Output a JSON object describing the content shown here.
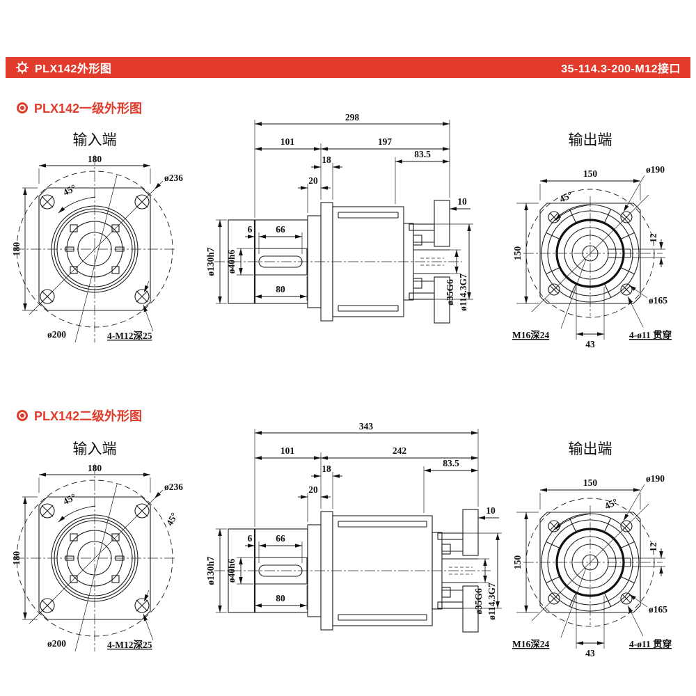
{
  "header": {
    "title": "PLX142外形图",
    "spec": "35-114.3-200-M12接口",
    "bar_color": "#e23b2b"
  },
  "sections": [
    {
      "title": "PLX142一级外形图",
      "input": {
        "title": "输入端",
        "w": "180",
        "h": "180",
        "angle": "45°",
        "dia_outer": "ø236",
        "dia_bolt": "ø200",
        "bolt_note": "4-M12深25"
      },
      "side": {
        "total": "298",
        "front": "101",
        "rear": "197",
        "flange": "18",
        "pilot": "20",
        "rear_len": "83.5",
        "lip": "10",
        "key_off": "6",
        "key_len": "66",
        "shaft_len": "80",
        "dia_pilot": "ø130h7",
        "dia_shaft": "ø40h6",
        "dia_bore": "ø35G6",
        "dia_spigot": "ø114.3G7"
      },
      "output": {
        "title": "输出端",
        "w": "150",
        "h": "150",
        "angle": "45°",
        "dia_outer": "ø190",
        "dia_bolt": "ø165",
        "key_w": "12",
        "hub": "43",
        "tap_note": "M16深24",
        "bolt_note": "4-ø11 贯穿"
      }
    },
    {
      "title": "PLX142二级外形图",
      "input": {
        "title": "输入端",
        "w": "180",
        "h": "180",
        "angle": "45°",
        "angle2": "45°",
        "dia_outer": "ø236",
        "dia_bolt": "ø200",
        "bolt_note": "4-M12深25"
      },
      "side": {
        "total": "343",
        "front": "101",
        "rear": "242",
        "flange": "18",
        "pilot": "20",
        "rear_len": "83.5",
        "lip": "10",
        "key_off": "6",
        "key_len": "66",
        "shaft_len": "80",
        "dia_pilot": "ø130h7",
        "dia_shaft": "ø40h6",
        "dia_bore": "ø35G6",
        "dia_spigot": "ø114.3G7"
      },
      "output": {
        "title": "输出端",
        "w": "150",
        "h": "150",
        "angle": "45°",
        "dia_outer": "ø190",
        "dia_bolt": "ø165",
        "key_w": "12",
        "hub": "43",
        "tap_note": "M16深24",
        "bolt_note": "4-ø11 贯穿"
      }
    }
  ]
}
